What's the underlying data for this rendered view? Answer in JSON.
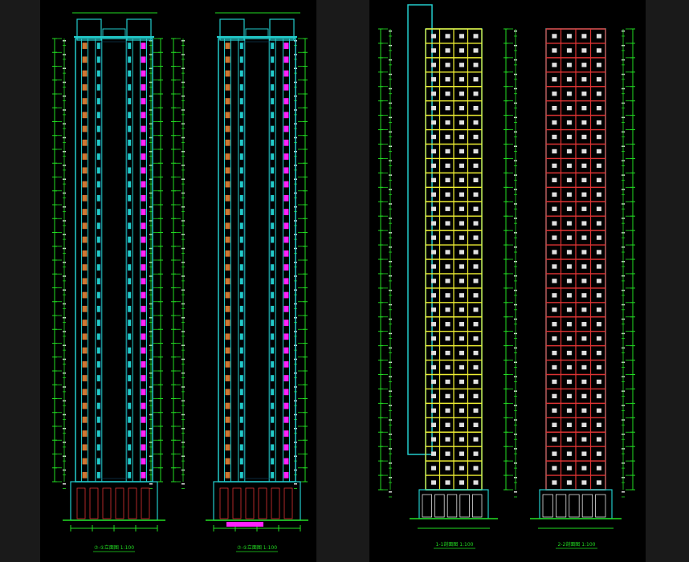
{
  "drawings": [
    {
      "name": "elevation-sheet-left",
      "captions": [
        "⑦-①立面图 1:100",
        "⑦-①立面图 1:100"
      ],
      "towers": 2
    },
    {
      "name": "elevation-sheet-right",
      "captions": [
        "1-1剖面图 1:100",
        "2-2剖面图 1:100"
      ],
      "towers": 2
    }
  ],
  "floors_per_tower": 32,
  "colors": {
    "background": "#000000",
    "gutter": "#1a1a1a",
    "dimension_green": "#22dd22",
    "structure_cyan": "#22cccc",
    "accent_magenta": "#ff22ff",
    "accent_orange": "#cc7733",
    "section_yellow": "#eeee33",
    "section_red": "#dd3333",
    "text_white": "#e0e0e0"
  }
}
